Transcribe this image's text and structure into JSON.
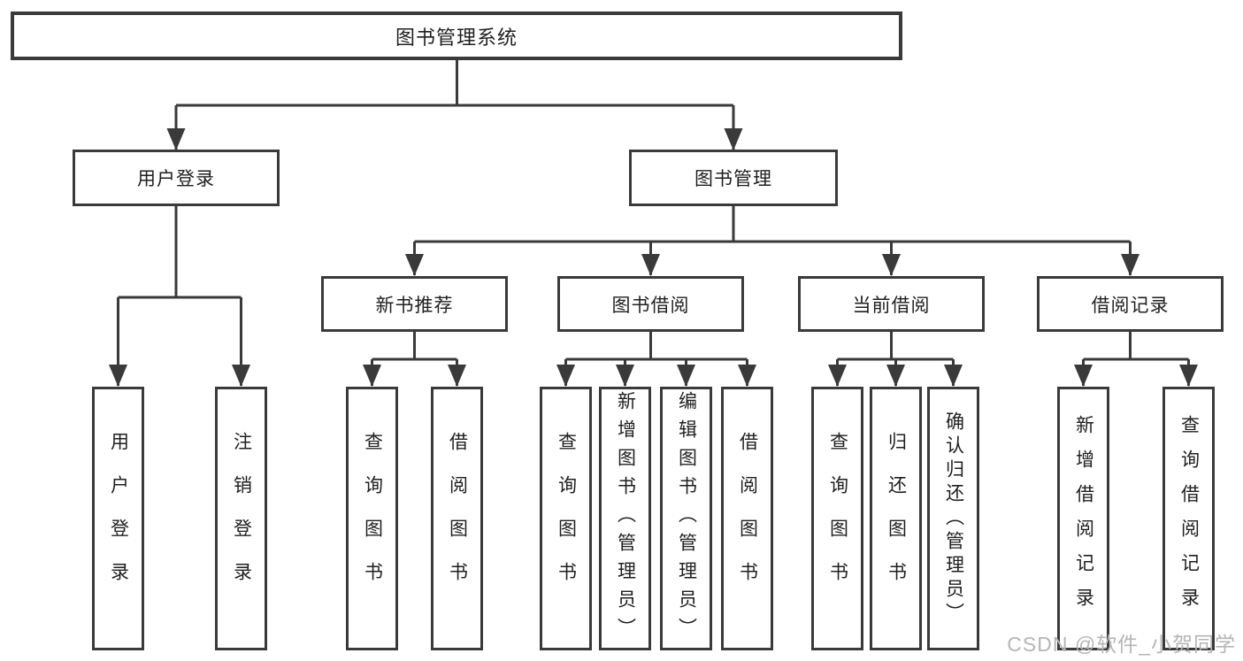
{
  "diagram": {
    "title": "图书管理系统",
    "root": {
      "label": "图书管理系统"
    },
    "level2": [
      {
        "label": "用户登录"
      },
      {
        "label": "图书管理"
      }
    ],
    "level3": [
      {
        "label": "新书推荐"
      },
      {
        "label": "图书借阅"
      },
      {
        "label": "当前借阅"
      },
      {
        "label": "借阅记录"
      }
    ],
    "leaves_user_login": [
      {
        "label": "用户登录"
      },
      {
        "label": "注销登录"
      }
    ],
    "leaves_new_book": [
      {
        "label": "查询图书"
      },
      {
        "label": "借阅图书"
      }
    ],
    "leaves_book_borrow": [
      {
        "label": "查询图书"
      },
      {
        "label": "新增图书（管理员）"
      },
      {
        "label": "编辑图书（管理员）"
      },
      {
        "label": "借阅图书"
      }
    ],
    "leaves_current_borrow": [
      {
        "label": "查询图书"
      },
      {
        "label": "归还图书"
      },
      {
        "label": "确认归还（管理员）"
      }
    ],
    "leaves_borrow_records": [
      {
        "label": "新增借阅记录"
      },
      {
        "label": "查询借阅记录"
      }
    ]
  },
  "watermark": {
    "text": "CSDN @软件_小贺同学"
  },
  "colors": {
    "line": "#3a3a3a",
    "box_border": "#3a3a3a",
    "text": "#1f1f1f",
    "watermark": "#b5b5b5",
    "background": "#ffffff"
  }
}
